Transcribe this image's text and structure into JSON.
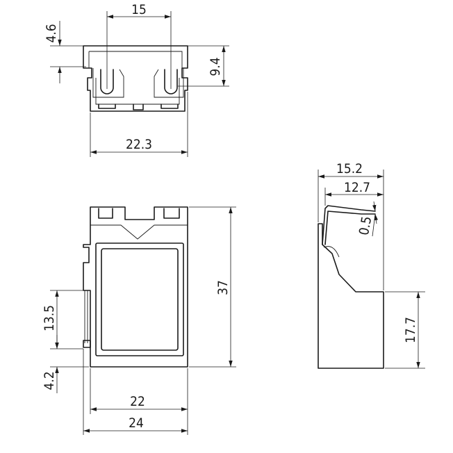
{
  "drawing": {
    "dimensions": {
      "top_width_15": "15",
      "top_height_4_6": "4.6",
      "top_height_9_4": "9.4",
      "top_width_22_3": "22.3",
      "side_width_15_2": "15.2",
      "side_width_12_7": "12.7",
      "side_thickness_0_5": "0.5",
      "side_height_17_7": "17.7",
      "front_height_37": "37",
      "front_height_13_5": "13.5",
      "front_height_4_2": "4.2",
      "front_width_22": "22",
      "front_width_24": "24"
    }
  }
}
